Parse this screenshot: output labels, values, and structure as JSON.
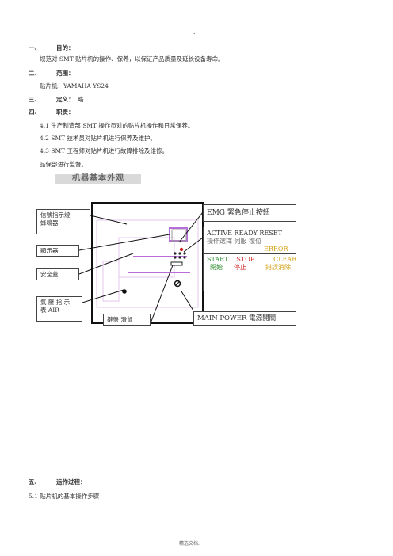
{
  "header_mark": ".",
  "sections": {
    "s1_num": "一、",
    "s1_title": "目的：",
    "s1_body": "规范对 SMT 贴片机的操作、保养，以保证产品质量及延长设备寿命。",
    "s2_num": "二、",
    "s2_title": "范围：",
    "s2_body": "贴片机：YAMAHA YS24",
    "s3_num": "三、",
    "s3_title": "定义：",
    "s3_body": "略",
    "s4_num": "四、",
    "s4_title": "职责：",
    "s4_items": [
      "4.1 生产制造部 SMT 操作员对的贴片机操作和日常保养。",
      "4.2 SMT 技术员对贴片机进行保养及维护。",
      "4.3 SMT 工程师对贴片机进行故障排除及维修。"
    ],
    "s4_note": "品保部进行监督。",
    "banner": "机器基本外观",
    "s5_num": "五、",
    "s5_title": "运作过程：",
    "s5_item": "5.1 贴片机的基本操作步骤"
  },
  "diagram": {
    "label_signal": [
      "信號指示燈",
      "蜂鳴器"
    ],
    "label_display": "顯示器",
    "label_safety_cover": "安全蓋",
    "label_air": [
      "氣 壓 指 示",
      "表  AIR"
    ],
    "label_keyboard": "鍵盤    滑鼠",
    "label_emg": "EMG  緊急停止按鈕",
    "buttons_en": "ACTIVE READY RESET",
    "buttons_cn": "操作選擇  伺服      復位",
    "error_label": "ERROR",
    "start_label": "START",
    "start_cn": "開始",
    "stop_label": "STOP",
    "stop_cn": "停止",
    "clear_label": "CLEAR",
    "clear_cn": "錯誤消除",
    "label_main_power": "MAIN POWER  電源開關",
    "colors": {
      "start": "#2e8b2e",
      "stop": "#cc2222",
      "error": "#d4a017",
      "purple": "#b76ed8"
    }
  },
  "footer": "精选文档."
}
